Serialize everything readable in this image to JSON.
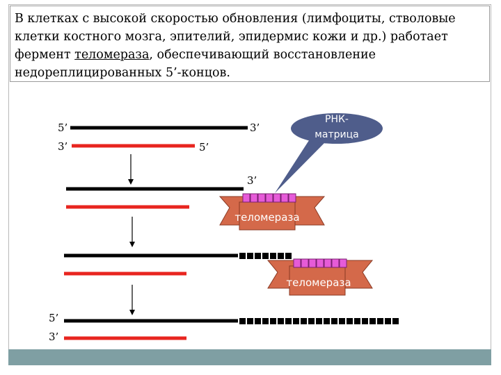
{
  "caption": {
    "part1": "В клетках с высокой скоростью обновления (лимфоциты, стволовые клетки костного мозга, эпителий, эпидермис кожи и др.) работает фермент ",
    "term": "теломераза",
    "part2": ", обеспечивающий восстановление недореплицированных 5’-концов."
  },
  "labels": {
    "five_prime": "5’",
    "three_prime": "3’",
    "rna_matrix_line1": "РНК-",
    "rna_matrix_line2": "матрица",
    "enzyme": "теломераза"
  },
  "colors": {
    "parent_strand": "#000000",
    "daughter_strand": "#e8251f",
    "enzyme_fill": "#d4694a",
    "rna_bubble": "#4f5d8b",
    "rna_units": "#e65bd8",
    "bottom_bar": "#7f9fa3"
  }
}
